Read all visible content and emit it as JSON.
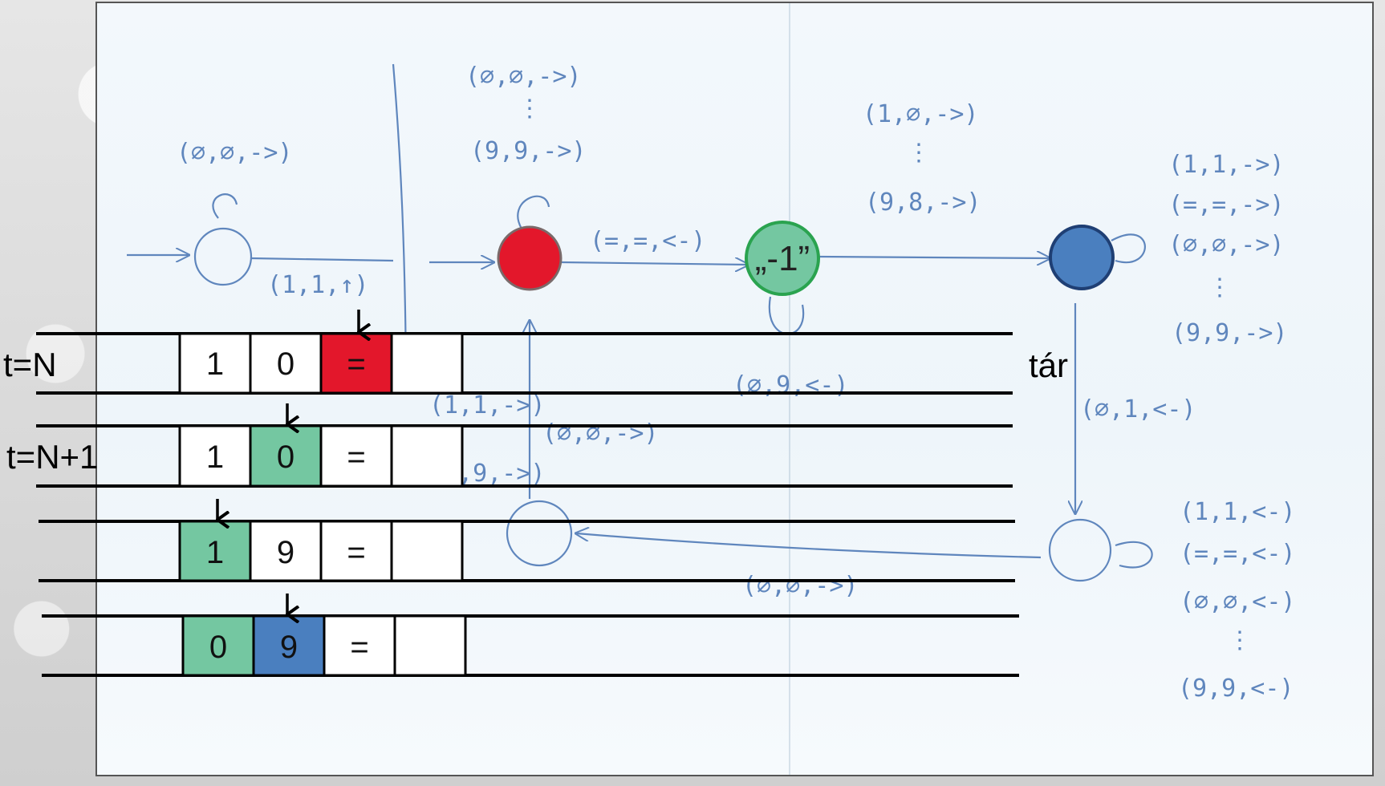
{
  "rows": [
    {
      "label": "t=N",
      "cells": [
        "1",
        "0",
        "=",
        ""
      ]
    },
    {
      "label": "t=N+1",
      "cells": [
        "1",
        "0",
        "=",
        ""
      ]
    },
    {
      "label": "",
      "cells": [
        "1",
        "9",
        "=",
        ""
      ]
    },
    {
      "label": "",
      "cells": [
        "0",
        "9",
        "=",
        ""
      ]
    }
  ],
  "state_labels": {
    "green_state": "„-1”"
  },
  "side_label": "tár",
  "transitions": {
    "start_loop": "(∅,∅,->)",
    "start_exit": "(1,1,↑)",
    "red_loop_top": "(∅,∅,->)",
    "red_loop_bottom": "(9,9,->)",
    "red_to_green": "(=,=,<-)",
    "green_to_blue_top": "(1,∅,->)",
    "green_to_blue_bottom": "(9,8,->)",
    "green_loop": "(∅,9,<-)",
    "blue_loop_1": "(1,1,->)",
    "blue_loop_2": "(=,=,->)",
    "blue_loop_3": "(∅,∅,->)",
    "blue_loop_4": "(9,9,->)",
    "blue_down": "(∅,1,<-)",
    "bottom_right_loop_1": "(1,1,<-)",
    "bottom_right_loop_2": "(=,=,<-)",
    "bottom_right_loop_3": "(∅,∅,<-)",
    "bottom_right_loop_4": "(9,9,<-)",
    "bottom_to_left": "(∅,∅,->)",
    "left_up_1": "(1,1,->)",
    "left_up_2": "(∅,∅,->)",
    "left_up_3": "(9,9,->)"
  },
  "colors": {
    "red": "#e3172b",
    "green": "#74c7a1",
    "blue": "#4a7fbf",
    "ink": "#5f86bd"
  }
}
